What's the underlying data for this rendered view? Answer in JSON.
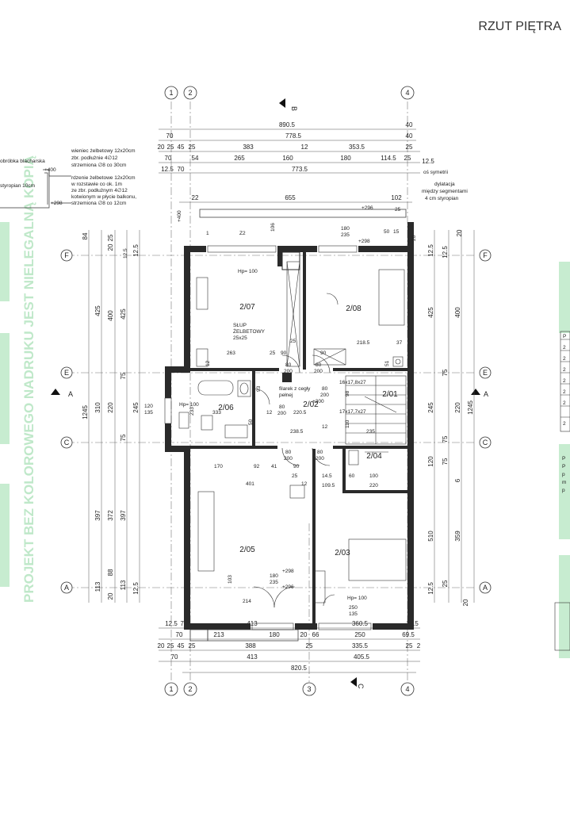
{
  "title": "RZUT PIĘTRA",
  "watermark": {
    "stamp": "PROJEKT BEZ KOLOROWEGO NADRUKU JEST NIELEGALNĄ KOPIĄ",
    "color": "#bfe8c9"
  },
  "grid": {
    "cols_top": [
      "1",
      "2",
      "4"
    ],
    "cols_bottom": [
      "1",
      "2",
      "3",
      "4"
    ],
    "rows": [
      "F",
      "E",
      "C",
      "A"
    ]
  },
  "sections": {
    "a": "A",
    "b": "B",
    "c": "C"
  },
  "rooms": [
    {
      "id": "2/07"
    },
    {
      "id": "2/08"
    },
    {
      "id": "2/06"
    },
    {
      "id": "2/02"
    },
    {
      "id": "2/01"
    },
    {
      "id": "2/04"
    },
    {
      "id": "2/05"
    },
    {
      "id": "2/03"
    }
  ],
  "top_dims": {
    "row1": [
      "890.5",
      "40"
    ],
    "row2": [
      "70",
      "778.5",
      "40"
    ],
    "row3": [
      "20",
      "25",
      "45",
      "25",
      "383",
      "12",
      "353.5",
      "25"
    ],
    "row4": [
      "70",
      "54",
      "265",
      "160",
      "180",
      "114.5",
      "25",
      "12.5"
    ],
    "row5": [
      "12.5",
      "70",
      "773.5"
    ],
    "row6": [
      "22",
      "655",
      "102"
    ]
  },
  "bottom_dims": {
    "row1": [
      "12.5",
      "70",
      "413",
      "360.5",
      "12.5"
    ],
    "row2": [
      "70",
      "213",
      "180",
      "20",
      "66",
      "250",
      "69.5"
    ],
    "row3": [
      "20",
      "25",
      "45",
      "25",
      "388",
      "25",
      "335.5",
      "25",
      "2"
    ],
    "row4": [
      "70",
      "413",
      "405.5"
    ],
    "row5": [
      "820.5"
    ]
  },
  "left_dims": {
    "total": "1245",
    "col1": [
      "84",
      "425",
      "310",
      "397",
      "113"
    ],
    "col2": [
      "25",
      "20",
      "400",
      "220",
      "372",
      "88",
      "20"
    ],
    "col3": [
      "425",
      "75",
      "75",
      "397",
      "113"
    ],
    "col4": [
      "12.5",
      "245",
      "12.5"
    ]
  },
  "right_dims": {
    "total": "1245",
    "col1": [
      "12.5",
      "425",
      "245",
      "120",
      "510",
      "12.5"
    ],
    "col2": [
      "20",
      "400",
      "220",
      "6",
      "359",
      "20"
    ],
    "col3": [
      "12.5",
      "75",
      "75",
      "25",
      "75"
    ]
  },
  "detail_notes": [
    "obróbka blacharska",
    "+400",
    "styropian 10cm",
    "+298",
    "wieniec żelbetowy 12x20cm",
    "zbr. podłużnie 4∅12",
    "strzemiona ∅8 co 30cm",
    "rdzenie żelbetowe 12x20cm",
    "w rozstawie co ok. 1m",
    "ze zbr. podłużnym 4∅12",
    "kotwionym w płycie balkonu,",
    "strzemiona ∅8 co 12cm"
  ],
  "plan_notes": {
    "os_symetrii": "oś symetrii",
    "dylatacja": [
      "dylatacja",
      "między segmentami",
      "4 cm styropian"
    ],
    "slup": [
      "SŁUP",
      "ŻELBETOWY",
      "25x25"
    ],
    "filarek": [
      "filarek z cegły",
      "pełnej"
    ],
    "stairs1": "16x17,8x27",
    "stairs2": "17x17,7x27",
    "levels": [
      "+296",
      "+298",
      "+300",
      "+400",
      "+296",
      "+298"
    ],
    "hp": [
      "Hp= 100",
      "Hp= 100",
      "Hp= 100"
    ],
    "z2": "Z2",
    "one": "1",
    "windows": [
      "180",
      "235",
      "120",
      "135",
      "250",
      "135",
      "180",
      "235"
    ],
    "doors": [
      "80",
      "200",
      "80",
      "200",
      "80",
      "200",
      "80",
      "200",
      "80",
      "200",
      "80",
      "200"
    ]
  },
  "inner_dims": [
    "106",
    "25",
    "50",
    "15",
    "20",
    "12.5",
    "263",
    "25",
    "90",
    "25",
    "90",
    "218.5",
    "37",
    "12",
    "233",
    "333",
    "93",
    "50",
    "12",
    "220.5",
    "238.5",
    "12",
    "235",
    "170",
    "92",
    "41",
    "90",
    "25",
    "14.5",
    "60",
    "100",
    "401",
    "12",
    "109.5",
    "220",
    "214",
    "103",
    "51",
    "110",
    "98"
  ],
  "right_table_marks": [
    "P",
    "2",
    "2",
    "2",
    "2",
    "2",
    "2",
    "2",
    "P",
    "P",
    "p",
    "m",
    "p"
  ]
}
